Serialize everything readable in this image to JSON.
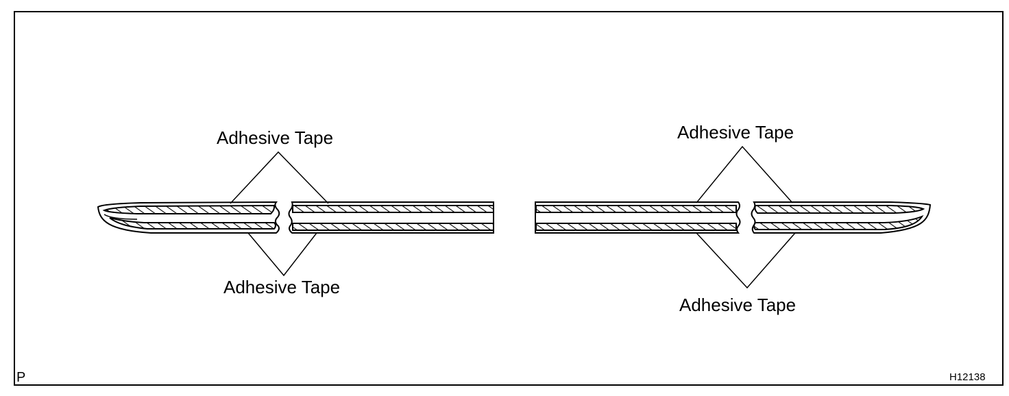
{
  "labels": {
    "left_top": "Adhesive Tape",
    "left_bottom": "Adhesive Tape",
    "right_top": "Adhesive Tape",
    "right_bottom": "Adhesive Tape"
  },
  "corner_code": "P",
  "figure_id": "H12138",
  "colors": {
    "ink": "#000000",
    "paper": "#ffffff"
  }
}
